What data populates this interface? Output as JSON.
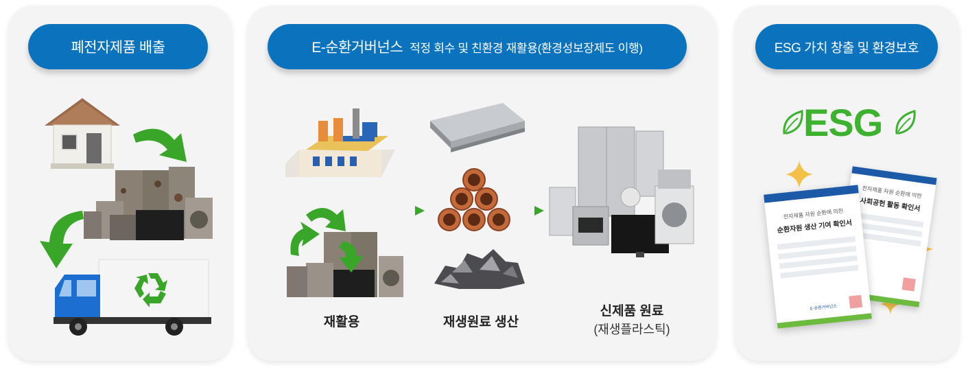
{
  "panels": {
    "left": {
      "title": "폐전자제품 배출"
    },
    "middle": {
      "title_main": "E-순환거버넌스",
      "title_sub": "적정 회수 및 친환경 재활용(환경성보장제도 이행)",
      "steps": [
        {
          "label": "재활용"
        },
        {
          "label": "재생원료 생산"
        },
        {
          "label": "신제품 원료",
          "sublabel": "(재생플라스틱)"
        }
      ]
    },
    "right": {
      "title": "ESG 가치 창출 및 환경보호",
      "logo_text": "ESG",
      "doc_back": {
        "line1": "전자제품 자원 순환에 의한",
        "line2": "사회공헌 활동 확인서"
      },
      "doc_front": {
        "line1": "전자제품 자원 순환에 의한",
        "line2": "순환자원 생산 기여 확인서",
        "brand": "E-순환거버넌스"
      }
    }
  },
  "colors": {
    "pill": "#0b73bd",
    "green_arrow": "#3aa629",
    "esg_green": "#3cb22f",
    "truck_blue": "#1b6fd0"
  }
}
